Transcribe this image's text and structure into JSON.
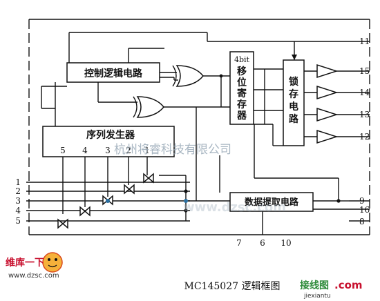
{
  "diagram": {
    "blocks": {
      "control_logic": "控制逻辑电路",
      "sequence_generator": "序列发生器",
      "shift_register_bits": "4bit",
      "shift_register": [
        "移",
        "位",
        "寄",
        "存",
        "器"
      ],
      "latch": [
        "锁",
        "存",
        "电",
        "路"
      ],
      "data_extract": "数据提取电路"
    },
    "seq_taps": [
      "5",
      "4",
      "3",
      "2",
      "1"
    ],
    "left_pins": [
      "1",
      "2",
      "3",
      "4",
      "5"
    ],
    "right_pins": {
      "top": "11",
      "outputs": [
        "15",
        "14",
        "13",
        "12"
      ],
      "lower": [
        "9",
        "16",
        "8"
      ]
    },
    "bottom_pins": [
      "7",
      "6",
      "10"
    ],
    "caption": "MC145027 逻辑框图",
    "watermarks": {
      "center": "杭州将睿科技有限公司",
      "url_mid": "www.dzsc.com",
      "logo_left_top": "维库一下",
      "logo_left_url": "www.dzsc.com",
      "logo_right": "接线图",
      "logo_right_url": "jiexiantu",
      "logo_right_com": ".com"
    },
    "colors": {
      "line": "#111111",
      "node_blue": "#2a6fa0",
      "watermark_red": "#c8102e",
      "watermark_green": "#2e8b3a",
      "watermark_blue_gray": "#9aaab8"
    }
  }
}
